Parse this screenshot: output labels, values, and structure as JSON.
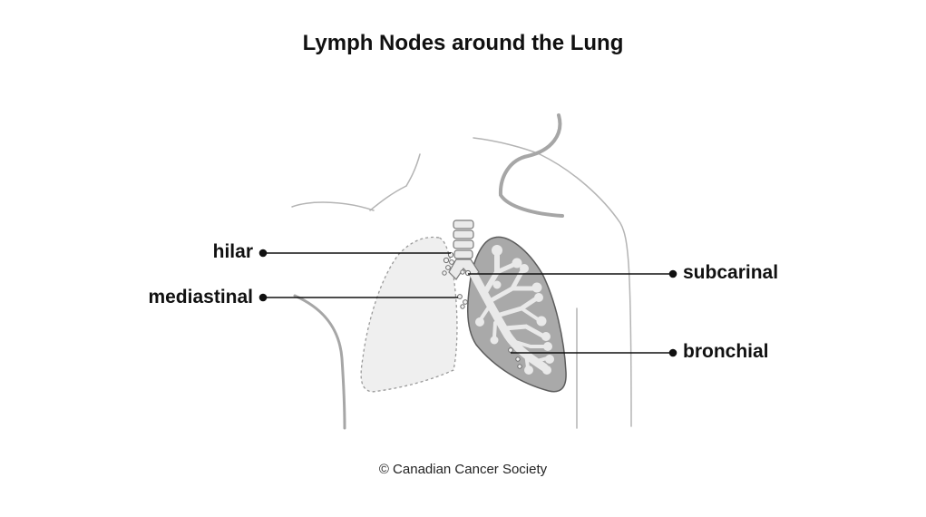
{
  "title": "Lymph Nodes around the Lung",
  "labels": {
    "hilar": "hilar",
    "mediastinal": "mediastinal",
    "subcarinal": "subcarinal",
    "bronchial": "bronchial"
  },
  "footer": "© Canadian Cancer Society",
  "colors": {
    "body_outline": "#b4b4b4",
    "left_lung_fill": "#efefef",
    "right_lung_fill": "#a9a9a9",
    "airway_fill": "#eaeaea",
    "leader_line": "#111111"
  }
}
